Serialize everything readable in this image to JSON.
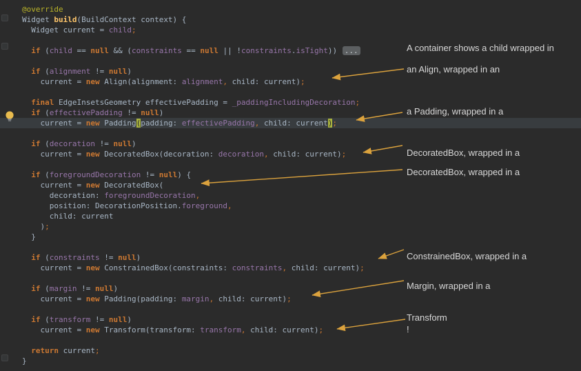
{
  "editor": {
    "background": "#2b2b2b",
    "current_line_color": "#383c3f",
    "highlighted_line_index": 11,
    "code_lines": [
      [
        [
          "an",
          "@override"
        ]
      ],
      [
        [
          "d",
          "Widget "
        ],
        [
          "fn",
          "build"
        ],
        [
          "d",
          "(BuildContext context) {"
        ]
      ],
      [
        [
          "d",
          "  Widget current = "
        ],
        [
          "f",
          "child"
        ],
        [
          "p",
          ";"
        ]
      ],
      [],
      [
        [
          "d",
          "  "
        ],
        [
          "k",
          "if"
        ],
        [
          "d",
          " ("
        ],
        [
          "f",
          "child"
        ],
        [
          "d",
          " == "
        ],
        [
          "k",
          "null"
        ],
        [
          "d",
          " && ("
        ],
        [
          "f",
          "constraints"
        ],
        [
          "d",
          " == "
        ],
        [
          "k",
          "null"
        ],
        [
          "d",
          " || !"
        ],
        [
          "f",
          "constraints"
        ],
        [
          "d",
          "."
        ],
        [
          "f",
          "isTight"
        ],
        [
          "d",
          ")) "
        ],
        [
          "fold",
          "..."
        ]
      ],
      [],
      [
        [
          "d",
          "  "
        ],
        [
          "k",
          "if"
        ],
        [
          "d",
          " ("
        ],
        [
          "f",
          "alignment"
        ],
        [
          "d",
          " != "
        ],
        [
          "k",
          "null"
        ],
        [
          "d",
          ")"
        ]
      ],
      [
        [
          "d",
          "    current = "
        ],
        [
          "k",
          "new"
        ],
        [
          "d",
          " Align(alignment: "
        ],
        [
          "f",
          "alignment"
        ],
        [
          "p",
          ","
        ],
        [
          "d",
          " child: current)"
        ],
        [
          "p",
          ";"
        ]
      ],
      [],
      [
        [
          "d",
          "  "
        ],
        [
          "k",
          "final"
        ],
        [
          "d",
          " EdgeInsetsGeometry effectivePadding = "
        ],
        [
          "f",
          "_paddingIncludingDecoration"
        ],
        [
          "p",
          ";"
        ]
      ],
      [
        [
          "d",
          "  "
        ],
        [
          "k",
          "if"
        ],
        [
          "d",
          " ("
        ],
        [
          "f",
          "effectivePadding"
        ],
        [
          "d",
          " != "
        ],
        [
          "k",
          "null"
        ],
        [
          "d",
          ")"
        ]
      ],
      [
        [
          "d",
          "    current = "
        ],
        [
          "k",
          "new"
        ],
        [
          "d",
          " Padding"
        ],
        [
          "hl",
          "("
        ],
        [
          "d",
          "padding: "
        ],
        [
          "f",
          "effectivePadding"
        ],
        [
          "p",
          ","
        ],
        [
          "d",
          " child: current"
        ],
        [
          "hl",
          ")"
        ],
        [
          "p",
          ";"
        ]
      ],
      [],
      [
        [
          "d",
          "  "
        ],
        [
          "k",
          "if"
        ],
        [
          "d",
          " ("
        ],
        [
          "f",
          "decoration"
        ],
        [
          "d",
          " != "
        ],
        [
          "k",
          "null"
        ],
        [
          "d",
          ")"
        ]
      ],
      [
        [
          "d",
          "    current = "
        ],
        [
          "k",
          "new"
        ],
        [
          "d",
          " DecoratedBox(decoration: "
        ],
        [
          "f",
          "decoration"
        ],
        [
          "p",
          ","
        ],
        [
          "d",
          " child: current)"
        ],
        [
          "p",
          ";"
        ]
      ],
      [],
      [
        [
          "d",
          "  "
        ],
        [
          "k",
          "if"
        ],
        [
          "d",
          " ("
        ],
        [
          "f",
          "foregroundDecoration"
        ],
        [
          "d",
          " != "
        ],
        [
          "k",
          "null"
        ],
        [
          "d",
          ") {"
        ]
      ],
      [
        [
          "d",
          "    current = "
        ],
        [
          "k",
          "new"
        ],
        [
          "d",
          " DecoratedBox("
        ]
      ],
      [
        [
          "d",
          "      decoration: "
        ],
        [
          "f",
          "foregroundDecoration"
        ],
        [
          "p",
          ","
        ]
      ],
      [
        [
          "d",
          "      position: DecorationPosition."
        ],
        [
          "f",
          "foreground"
        ],
        [
          "p",
          ","
        ]
      ],
      [
        [
          "d",
          "      child: current"
        ]
      ],
      [
        [
          "d",
          "    )"
        ],
        [
          "p",
          ";"
        ]
      ],
      [
        [
          "d",
          "  }"
        ]
      ],
      [],
      [
        [
          "d",
          "  "
        ],
        [
          "k",
          "if"
        ],
        [
          "d",
          " ("
        ],
        [
          "f",
          "constraints"
        ],
        [
          "d",
          " != "
        ],
        [
          "k",
          "null"
        ],
        [
          "d",
          ")"
        ]
      ],
      [
        [
          "d",
          "    current = "
        ],
        [
          "k",
          "new"
        ],
        [
          "d",
          " ConstrainedBox(constraints: "
        ],
        [
          "f",
          "constraints"
        ],
        [
          "p",
          ","
        ],
        [
          "d",
          " child: current)"
        ],
        [
          "p",
          ";"
        ]
      ],
      [],
      [
        [
          "d",
          "  "
        ],
        [
          "k",
          "if"
        ],
        [
          "d",
          " ("
        ],
        [
          "f",
          "margin"
        ],
        [
          "d",
          " != "
        ],
        [
          "k",
          "null"
        ],
        [
          "d",
          ")"
        ]
      ],
      [
        [
          "d",
          "    current = "
        ],
        [
          "k",
          "new"
        ],
        [
          "d",
          " Padding(padding: "
        ],
        [
          "f",
          "margin"
        ],
        [
          "p",
          ","
        ],
        [
          "d",
          " child: current)"
        ],
        [
          "p",
          ";"
        ]
      ],
      [],
      [
        [
          "d",
          "  "
        ],
        [
          "k",
          "if"
        ],
        [
          "d",
          " ("
        ],
        [
          "f",
          "transform"
        ],
        [
          "d",
          " != "
        ],
        [
          "k",
          "null"
        ],
        [
          "d",
          ")"
        ]
      ],
      [
        [
          "d",
          "    current = "
        ],
        [
          "k",
          "new"
        ],
        [
          "d",
          " Transform(transform: "
        ],
        [
          "f",
          "transform"
        ],
        [
          "p",
          ","
        ],
        [
          "d",
          " child: current)"
        ],
        [
          "p",
          ";"
        ]
      ],
      [],
      [
        [
          "d",
          "  "
        ],
        [
          "k",
          "return"
        ],
        [
          "d",
          " current"
        ],
        [
          "p",
          ";"
        ]
      ],
      [
        [
          "d",
          "}"
        ]
      ]
    ],
    "syntax_colors": {
      "default": "#a9b7c6",
      "keyword": "#cc7832",
      "field": "#9876aa",
      "function": "#ffc66b",
      "annotation": "#bbb529",
      "punctuation": "#cc7832",
      "matched_paren_bg": "#a9b33e"
    }
  },
  "annotations": {
    "text_color": "#d8d8d8",
    "arrow_color": "#dba23d",
    "items": [
      {
        "text": "A container shows a child wrapped in"
      },
      {
        "text": "an Align, wrapped in an"
      },
      {
        "text": "a Padding, wrapped in a"
      },
      {
        "text": "DecoratedBox, wrapped in a"
      },
      {
        "text": "DecoratedBox, wrapped in a"
      },
      {
        "text": "ConstrainedBox, wrapped in a"
      },
      {
        "text": "Margin, wrapped in a"
      },
      {
        "text": "Transform"
      },
      {
        "text": "!"
      }
    ]
  },
  "gutter": {
    "icons": [
      "fold-marker",
      "fold-marker",
      "lightbulb",
      "fold-marker"
    ]
  }
}
